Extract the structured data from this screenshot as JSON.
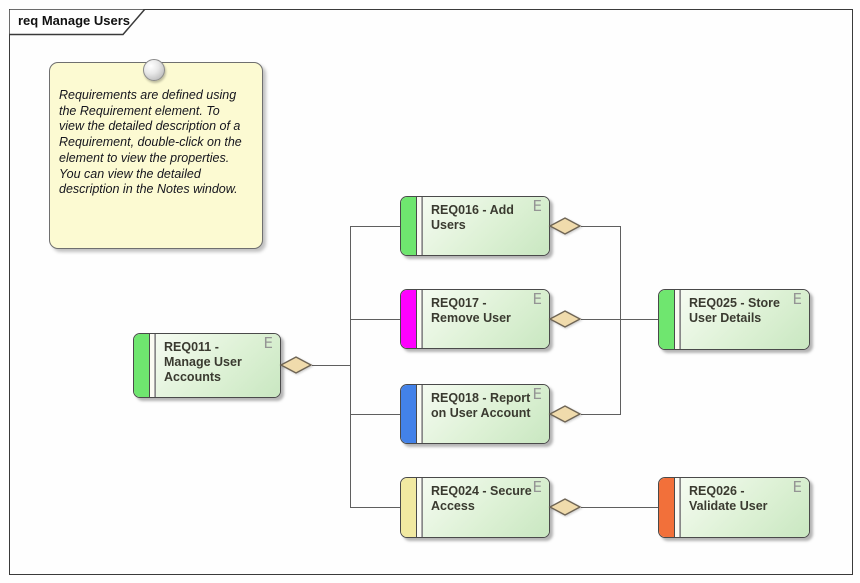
{
  "frame": {
    "title": "req Manage Users"
  },
  "note": {
    "text": "Requirements are defined using\nthe Requirement element.  To\nview the detailed description of a\nRequirement, double-click on the\nelement to view the properties.\nYou can view the detailed\ndescription in the Notes window."
  },
  "nodes": {
    "req011": {
      "label": "REQ011 -\nManage User\nAccounts",
      "badge": "E",
      "bar_color": "#6FE66F"
    },
    "req016": {
      "label": "REQ016 - Add\nUsers",
      "badge": "E",
      "bar_color": "#6FE66F"
    },
    "req017": {
      "label": "REQ017 -\nRemove User",
      "badge": "E",
      "bar_color": "#FF00FF"
    },
    "req018": {
      "label": "REQ018 - Report\non User Account",
      "badge": "E",
      "bar_color": "#4382E8"
    },
    "req024": {
      "label": "REQ024 - Secure\nAccess",
      "badge": "E",
      "bar_color": "#F1E9A1"
    },
    "req025": {
      "label": "REQ025 - Store\nUser Details",
      "badge": "E",
      "bar_color": "#6FE66F"
    },
    "req026": {
      "label": "REQ026 -\nValidate User",
      "badge": "E",
      "bar_color": "#F2703A"
    }
  },
  "colors": {
    "frame_border": "#3a3a3a",
    "node_border": "#4a4a4a",
    "node_text": "#3a3a30",
    "badge": "#949494",
    "body_light": "#F5FBF1",
    "body_dark": "#C9E7C1",
    "gap_bg": "#FBFBF3",
    "note_bg": "#FCFAD2",
    "note_border": "#6f6f6f",
    "note_text": "#15151d",
    "line": "#5f5f5f",
    "diamond_fill": "#F0DBAC",
    "diamond_stroke": "#6e6454"
  }
}
